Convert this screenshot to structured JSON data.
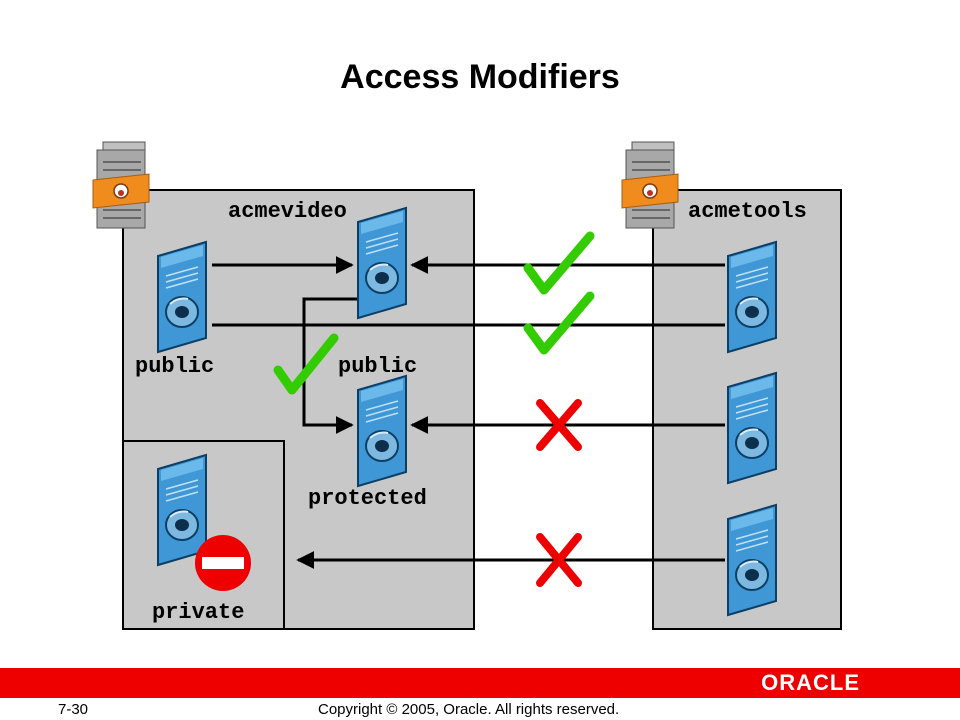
{
  "title": "Access Modifiers",
  "packages": {
    "left": "acmevideo",
    "right": "acmetools"
  },
  "labels": {
    "public_left": "public",
    "public_mid": "public",
    "protected": "protected",
    "private": "private"
  },
  "results": [
    {
      "row": "public",
      "allowed": true
    },
    {
      "row": "public",
      "allowed": true
    },
    {
      "row": "protected",
      "allowed": false
    },
    {
      "row": "private",
      "allowed": false
    }
  ],
  "internal_check": {
    "allowed": true
  },
  "colors": {
    "package_fill": "#c8c8c8",
    "allowed": "#33cc00",
    "denied": "#ee0000",
    "footer": "#ee0000",
    "document": "#1e88d0",
    "server_band": "#f08c1e"
  },
  "footer": {
    "brand": "ORACLE",
    "slide_number": "7-30",
    "copyright": "Copyright © 2005, Oracle.  All rights reserved."
  }
}
